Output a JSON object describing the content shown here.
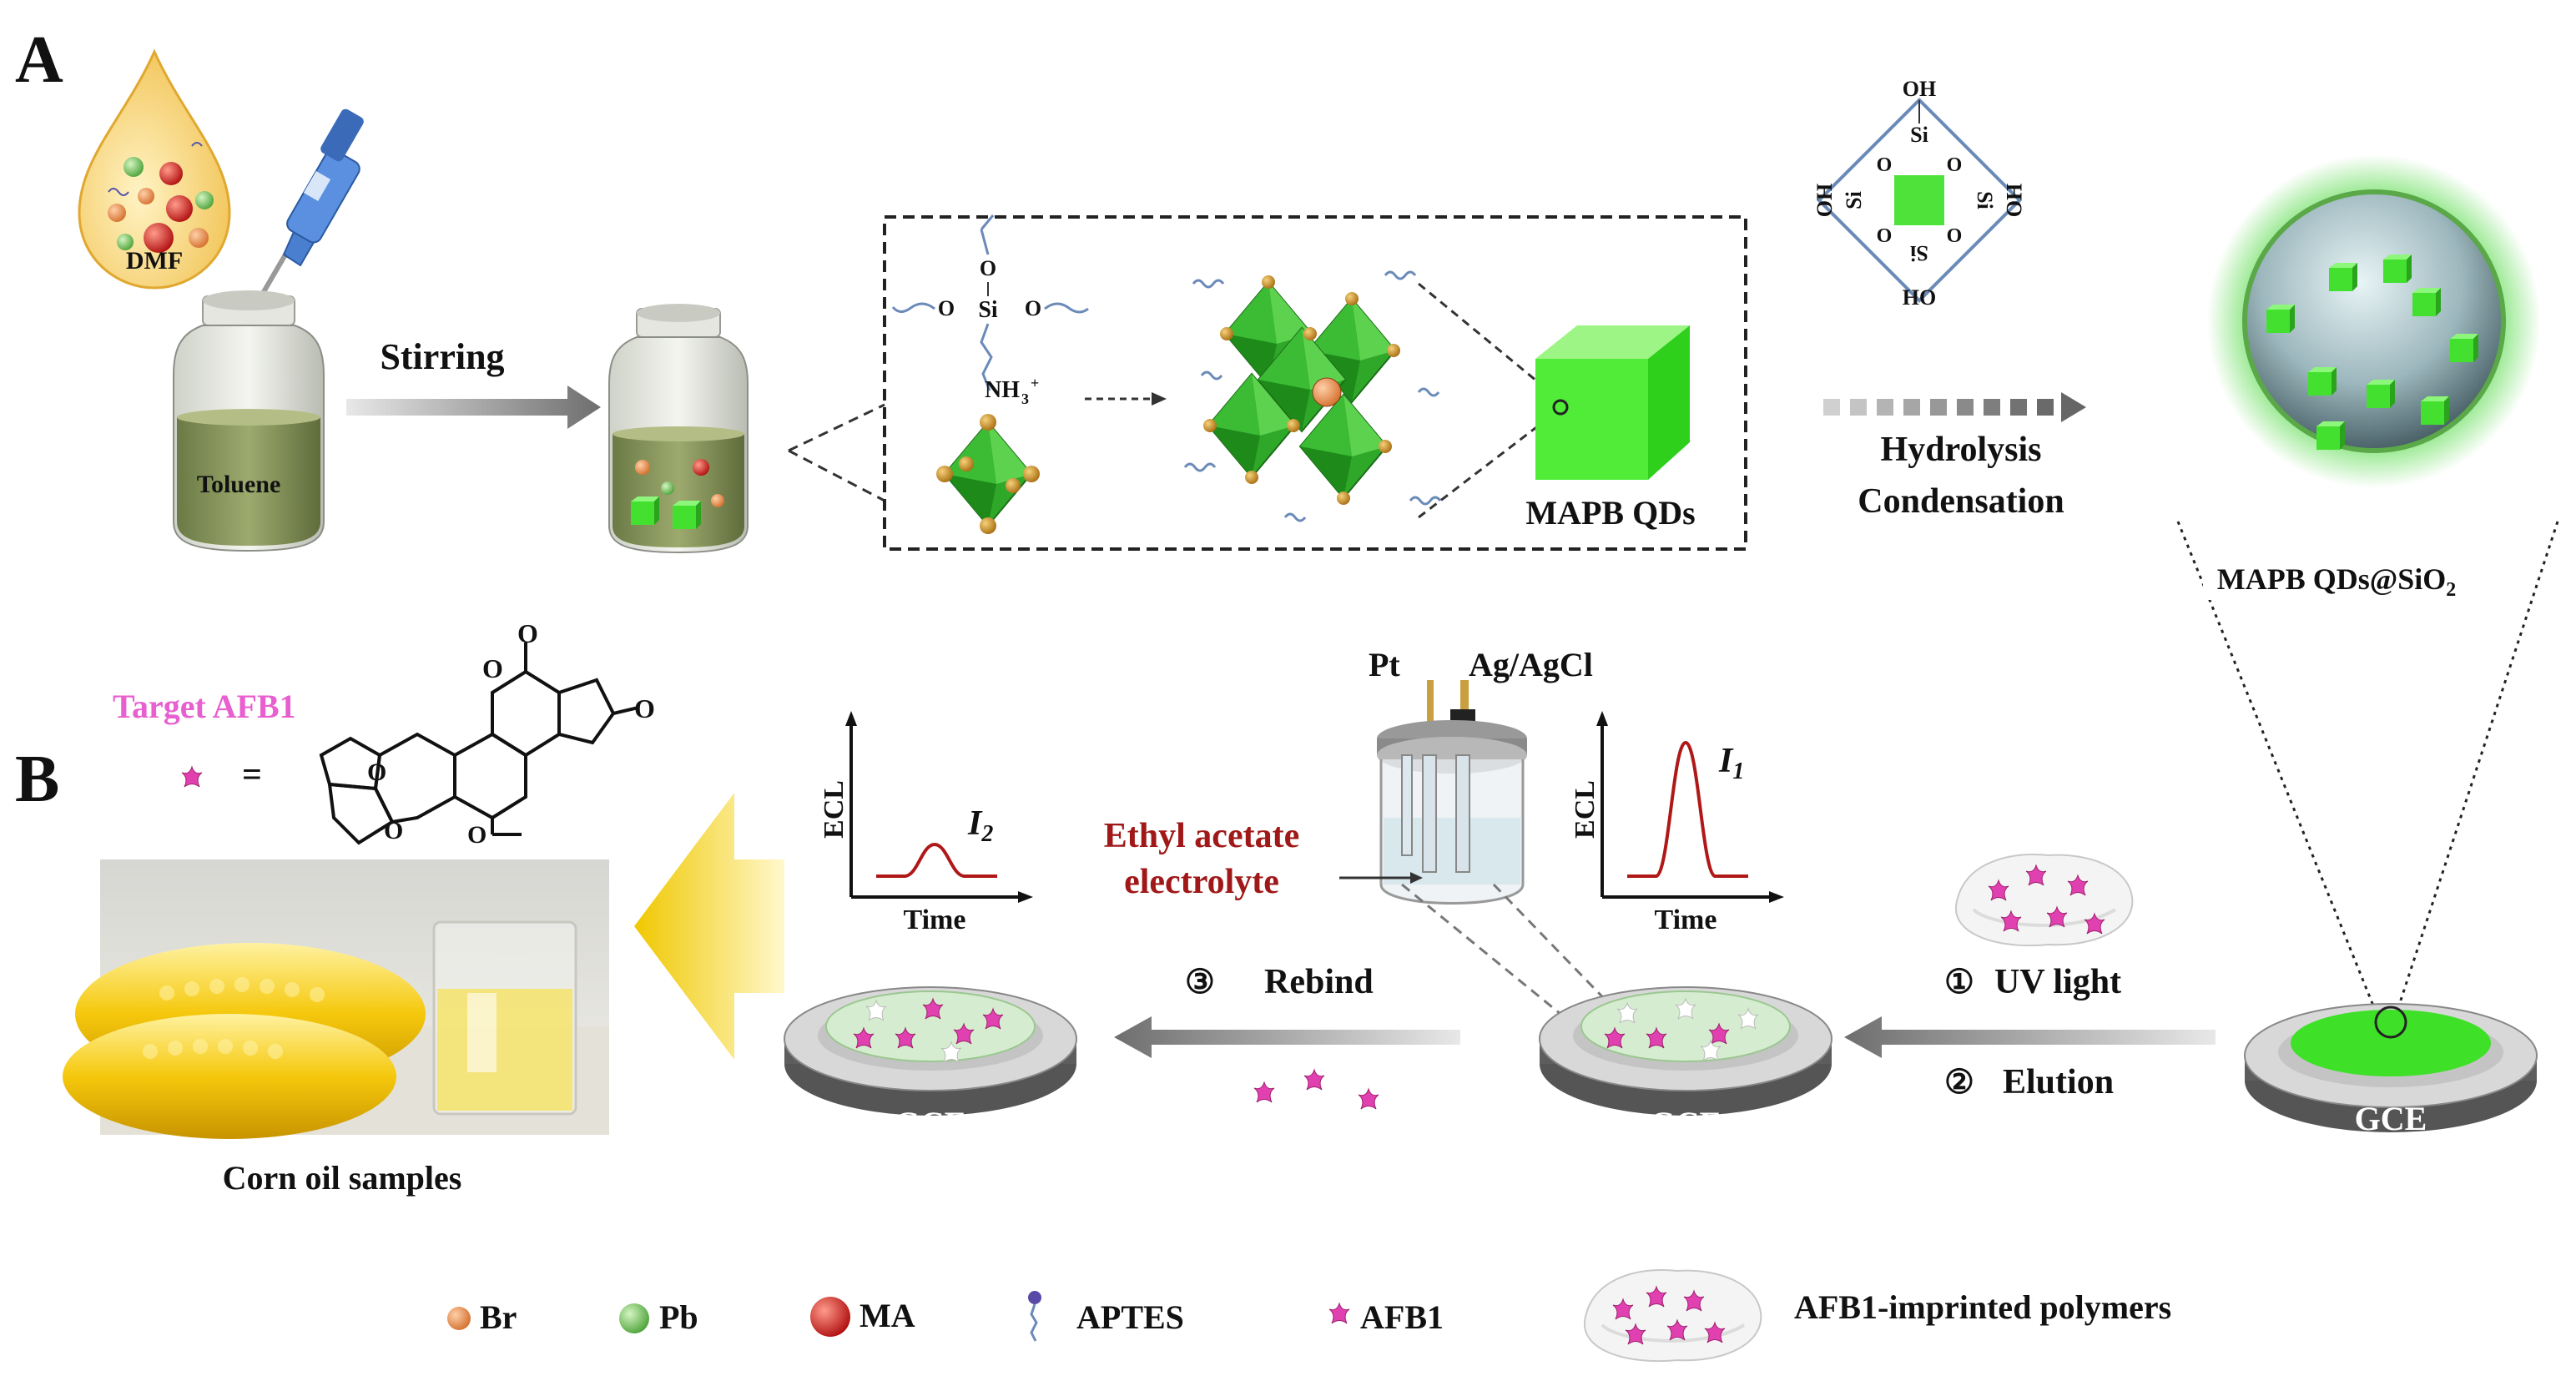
{
  "panels": {
    "a": "A",
    "b": "B"
  },
  "section_a": {
    "dmf": "DMF",
    "toluene": "Toluene",
    "stirring": "Stirring",
    "si": "Si",
    "o": "O",
    "nh3": "NH",
    "nh3_sub": "3",
    "nh3_sup": "+",
    "qds_label": "MAPB QDs",
    "hydrolysis": "Hydrolysis",
    "condensation": "Condensation",
    "oh": "OH",
    "ho": "HO",
    "coated_label": "MAPB QDs@SiO",
    "coated_sub": "2"
  },
  "section_b": {
    "target": "Target AFB1",
    "equals": "=",
    "corn_label": "Corn oil samples",
    "ecl": "ECL",
    "time": "Time",
    "i2": "I",
    "i2_sub": "2",
    "i1": "I",
    "i1_sub": "1",
    "pt": "Pt",
    "agagcl": "Ag/AgCl",
    "electrolyte_1": "Ethyl acetate",
    "electrolyte_2": "electrolyte",
    "step3": "③",
    "rebind": "Rebind",
    "step1": "①",
    "uv": "UV light",
    "step2": "②",
    "elution": "Elution",
    "gce": "GCE"
  },
  "legend": {
    "br": "Br",
    "pb": "Pb",
    "ma": "MA",
    "aptes": "APTES",
    "afb1": "AFB1",
    "mip": "AFB1-imprinted polymers"
  },
  "colors": {
    "green": "#39d42a",
    "magenta": "#e040b0",
    "dark_red": "#a01818",
    "arrow_gray": "#8a8a8a",
    "yellow": "#f2cc14",
    "br": "#e8874a",
    "pb": "#6cc24a",
    "ma": "#d42020",
    "pink_label": "#e85fcf"
  }
}
